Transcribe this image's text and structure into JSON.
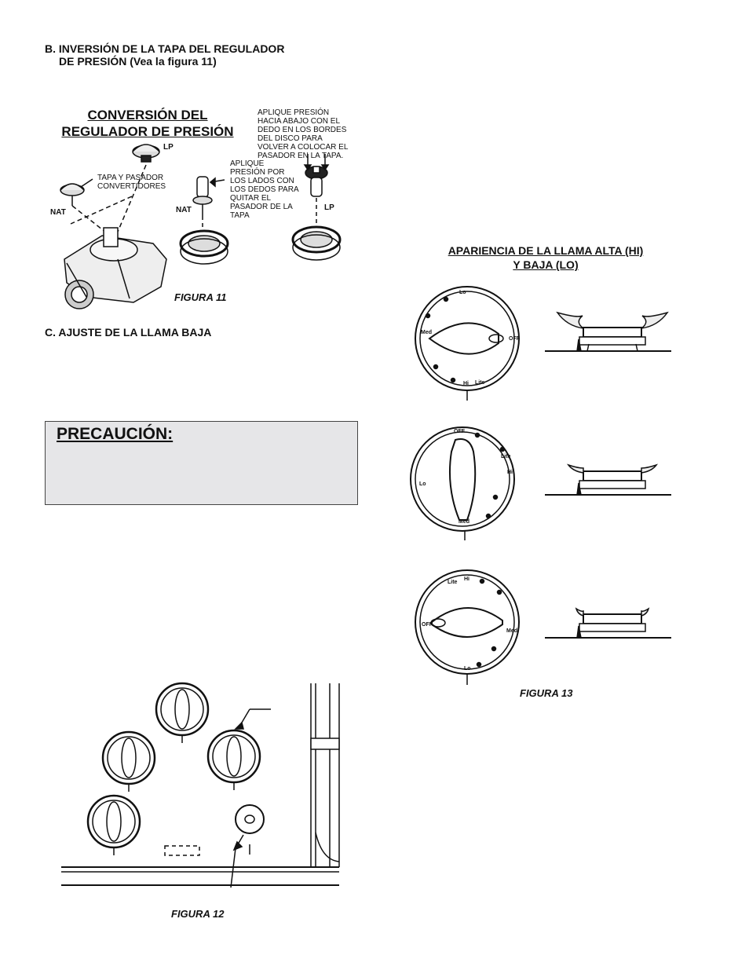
{
  "section_b": {
    "line1": "B. INVERSIÓN DE LA TAPA DEL REGULADOR",
    "line2": "DE PRESIÓN (Vea la figura 11)"
  },
  "figure11": {
    "title_line1": "CONVERSIÓN DEL",
    "title_line2": "REGULADOR DE PRESIÓN",
    "note_press_down": "APLIQUE PRESIÓN HACIA ABAJO CON EL DEDO EN LOS BORDES DEL DISCO PARA VOLVER A COLOCAR EL PASADOR EN LA TAPA.",
    "note_sides": "APLIQUE PRESIÓN POR LOS LADOS CON LOS DEDOS PARA QUITAR EL PASADOR DE LA TAPA",
    "note_cap_pin": "TAPA Y PASADOR CONVERTIDORES",
    "label_lp": "LP",
    "label_nat": "NAT",
    "caption": "FIGURA 11"
  },
  "section_c": {
    "heading": "C. AJUSTE DE LA LLAMA BAJA"
  },
  "caution": {
    "title": "PRECAUCIÓN:"
  },
  "figure12": {
    "caption": "FIGURA 12"
  },
  "figure13": {
    "title_line1": "APARIENCIA DE LA LLAMA ALTA (HI)",
    "title_line2": "Y BAJA (LO)",
    "caption": "FIGURA 13",
    "knob_labels": {
      "lo": "Lo",
      "med": "Med",
      "hi": "Hi",
      "lite": "Lite",
      "off": "OFF"
    }
  }
}
